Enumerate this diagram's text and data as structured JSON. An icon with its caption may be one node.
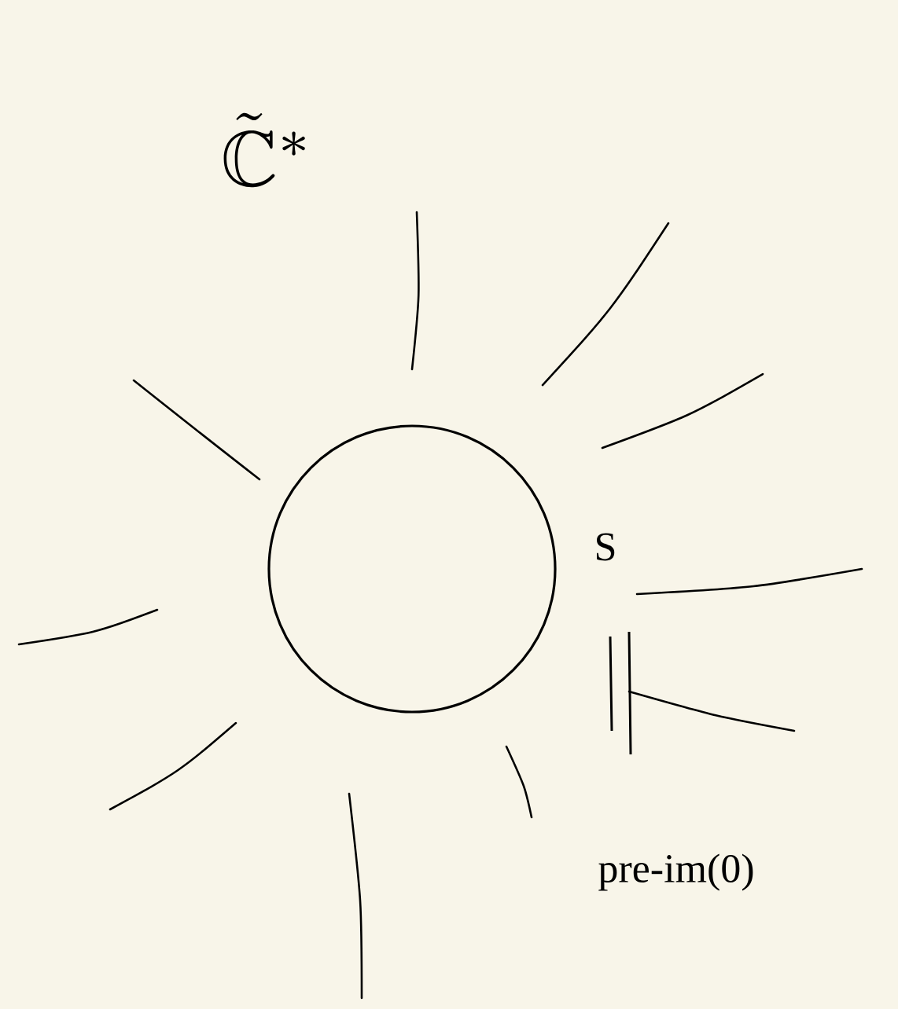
{
  "diagram": {
    "nodes": [
      {
        "text": [],
        "shape": "circle"
      }
    ],
    "labels": [
      "\\tilde{\\mathbb{C}}^*",
      "S",
      "pre-im(0)"
    ]
  }
}
